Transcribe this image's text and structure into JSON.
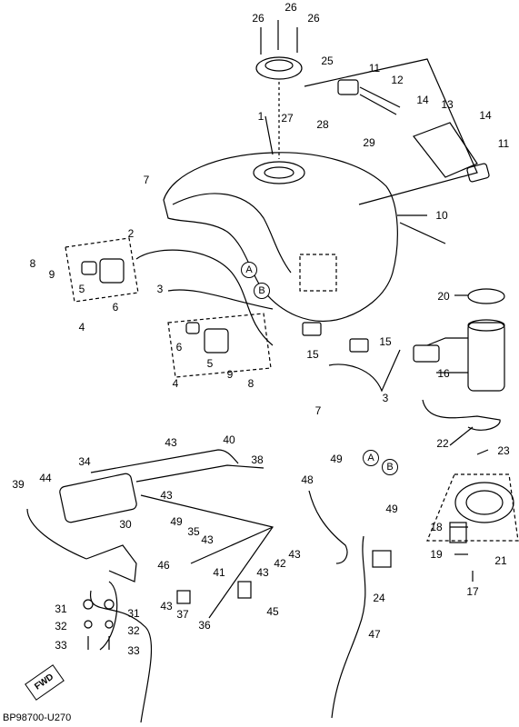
{
  "caption": "BP98700-U270",
  "fwd_label": "FWD",
  "callouts": {
    "A": "A",
    "B": "B"
  },
  "labels": {
    "l26a": "26",
    "l26b": "26",
    "l26c": "26",
    "l25": "25",
    "l11a": "11",
    "l12": "12",
    "l14a": "14",
    "l13": "13",
    "l14b": "14",
    "l11b": "11",
    "l1": "1",
    "l27": "27",
    "l28": "28",
    "l29": "29",
    "l7a": "7",
    "l10": "10",
    "l2": "2",
    "l8a": "8",
    "l9a": "9",
    "l5a": "5",
    "l6a": "6",
    "l4a": "4",
    "l3a": "3",
    "l20": "20",
    "l6b": "6",
    "l5b": "5",
    "l9b": "9",
    "l8b": "8",
    "l4b": "4",
    "l15a": "15",
    "l15b": "15",
    "l16": "16",
    "l7b": "7",
    "l3b": "3",
    "l22": "22",
    "l23": "23",
    "l43a": "43",
    "l40": "40",
    "l38": "38",
    "l34": "34",
    "l44": "44",
    "l39": "39",
    "l43b": "43",
    "l49a": "49",
    "l48": "48",
    "l49b": "49",
    "l30": "30",
    "l49c": "49",
    "l35": "35",
    "l43c": "43",
    "l46": "46",
    "l41": "41",
    "l43d": "43",
    "l42": "42",
    "l43e": "43",
    "l18": "18",
    "l19": "19",
    "l21": "21",
    "l17": "17",
    "l24": "24",
    "l31a": "31",
    "l31b": "31",
    "l32a": "32",
    "l32b": "32",
    "l33a": "33",
    "l33b": "33",
    "l43f": "43",
    "l37": "37",
    "l36": "36",
    "l45": "45",
    "l47": "47"
  }
}
